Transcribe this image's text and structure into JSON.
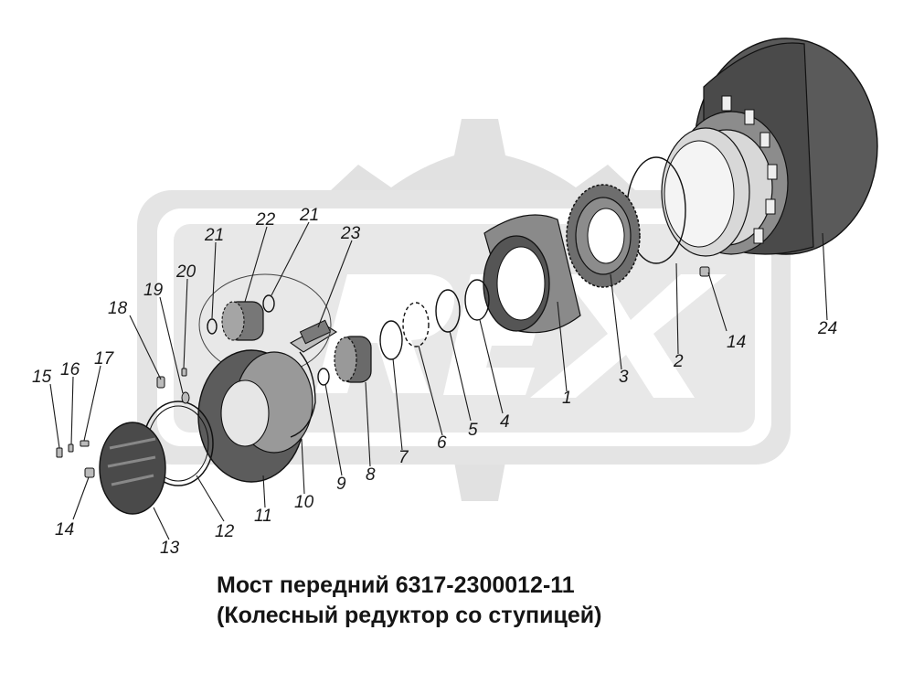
{
  "caption": {
    "line1": "Мост передний 6317-2300012-11",
    "line2": "(Колесный редуктор со ступицей)"
  },
  "watermark": {
    "text": "REX",
    "color": "#dcdcdc"
  },
  "callouts": {
    "n1": "1",
    "n2": "2",
    "n3": "3",
    "n4": "4",
    "n5": "5",
    "n6": "6",
    "n7": "7",
    "n8": "8",
    "n9": "9",
    "n10": "10",
    "n11": "11",
    "n12": "12",
    "n13": "13",
    "n14a": "14",
    "n14b": "14",
    "n15": "15",
    "n16": "16",
    "n17": "17",
    "n18": "18",
    "n19": "19",
    "n20": "20",
    "n21a": "21",
    "n21b": "21",
    "n22": "22",
    "n23": "23",
    "n24": "24"
  }
}
